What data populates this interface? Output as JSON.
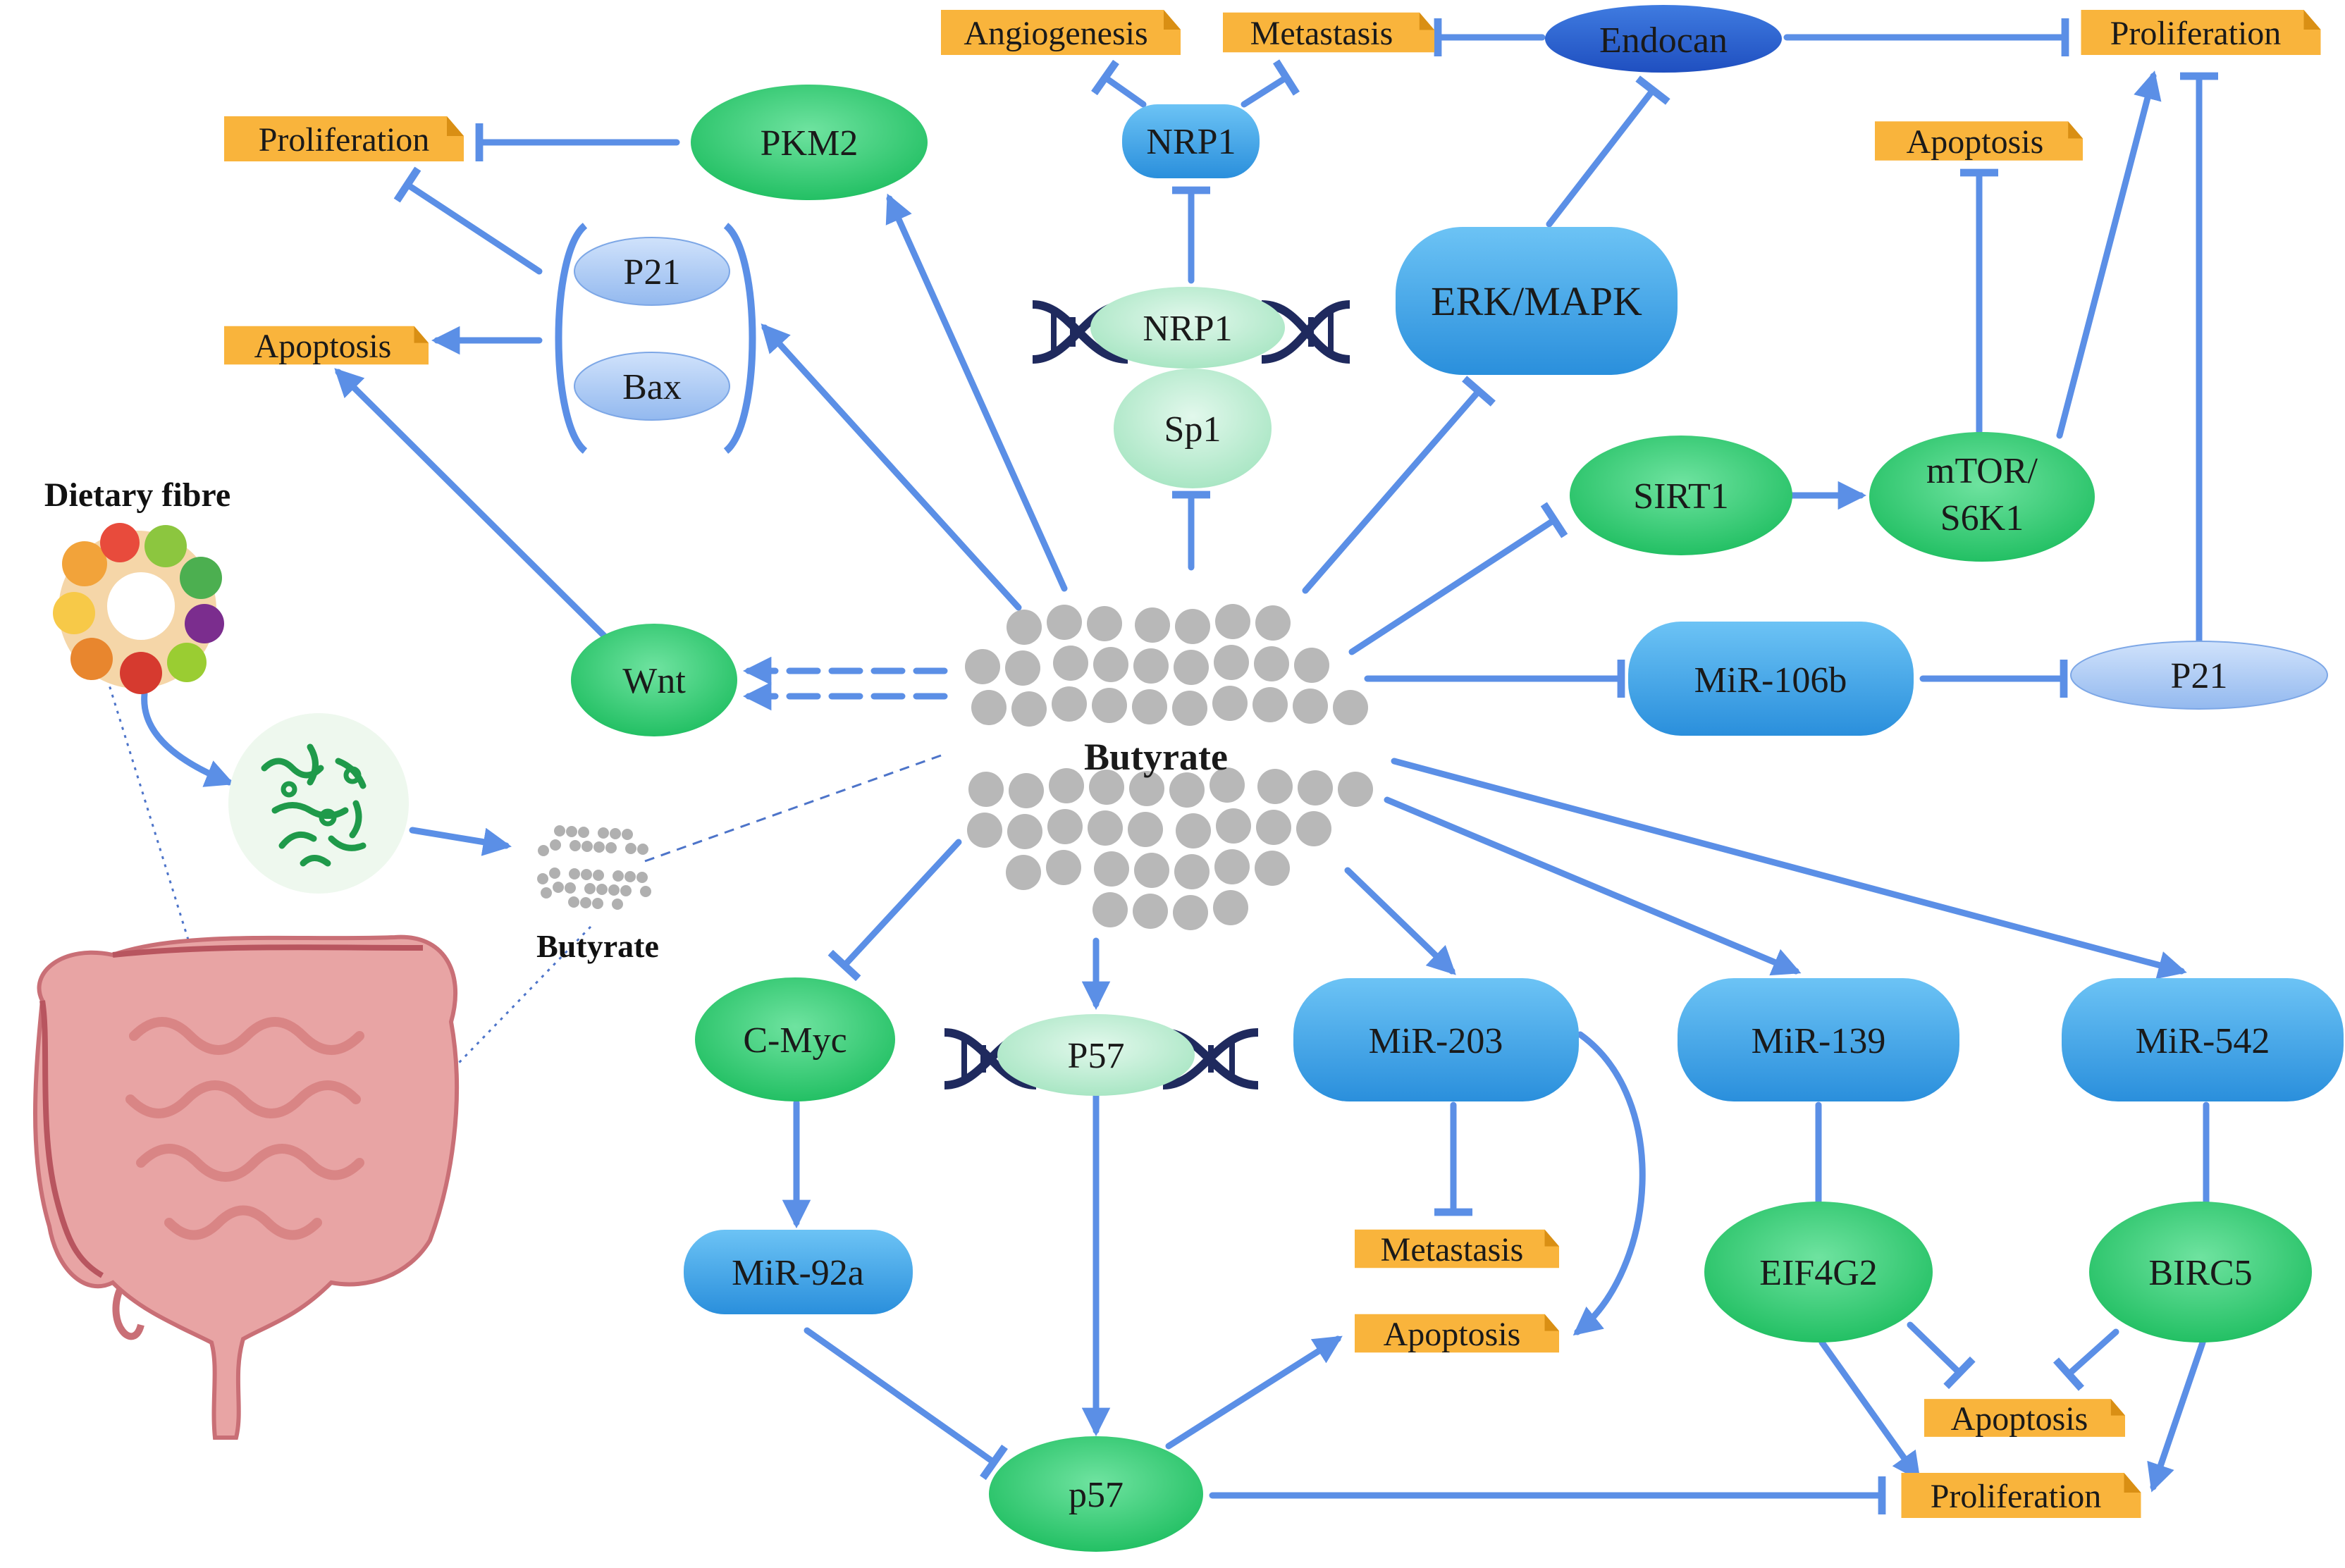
{
  "nodes": {
    "butyrate_center": "Butyrate",
    "butyrate_small": "Butyrate",
    "dietary_fibre": "Dietary fibre",
    "pkm2": "PKM2",
    "p21_top": "P21",
    "bax": "Bax",
    "wnt": "Wnt",
    "nrp1_top": "NRP1",
    "nrp1_dna": "NRP1",
    "sp1": "Sp1",
    "endocan": "Endocan",
    "erk_mapk": "ERK/MAPK",
    "sirt1": "SIRT1",
    "mtor_line1": "mTOR/",
    "mtor_line2": "S6K1",
    "mir106b": "MiR-106b",
    "p21_right": "P21",
    "cmyc": "C-Myc",
    "mir92a": "MiR-92a",
    "p57_dna": "P57",
    "p57_bottom": "p57",
    "mir203": "MiR-203",
    "mir139": "MiR-139",
    "mir542": "MiR-542",
    "eif4g2": "EIF4G2",
    "birc5": "BIRC5"
  },
  "tags": {
    "proliferation_left": "Proliferation",
    "apoptosis_left": "Apoptosis",
    "angiogenesis": "Angiogenesis",
    "metastasis_top": "Metastasis",
    "proliferation_top_right": "Proliferation",
    "apoptosis_top_right": "Apoptosis",
    "metastasis_mid": "Metastasis",
    "apoptosis_mid": "Apoptosis",
    "apoptosis_bottom_right": "Apoptosis",
    "proliferation_bottom_right": "Proliferation"
  },
  "colors": {
    "green_node": "#2ecc71",
    "light_green_node": "#b8ecd0",
    "blue_node": "#3ba3e6",
    "light_blue_node": "#a7c9f3",
    "dark_blue_node": "#2b5fcf",
    "tag_orange": "#f9b43c",
    "arrow_blue": "#5b8fe6",
    "butyrate_grey": "#b8b8b8"
  }
}
